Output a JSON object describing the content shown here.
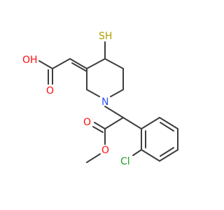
{
  "structure": {
    "atoms": {
      "oh": {
        "text": "OH",
        "color": "#ff0d0d"
      },
      "o_carbonyl_acid": {
        "text": "O",
        "color": "#ff0d0d"
      },
      "sh": {
        "text": "SH",
        "color": "#b2a000"
      },
      "n": {
        "text": "N",
        "color": "#3050f8"
      },
      "o_carbonyl_ester": {
        "text": "O",
        "color": "#ff0d0d"
      },
      "o_ester": {
        "text": "O",
        "color": "#ff0d0d"
      },
      "cl": {
        "text": "Cl",
        "color": "#1fa01f"
      }
    },
    "bond_color": "#3d3d3d"
  }
}
